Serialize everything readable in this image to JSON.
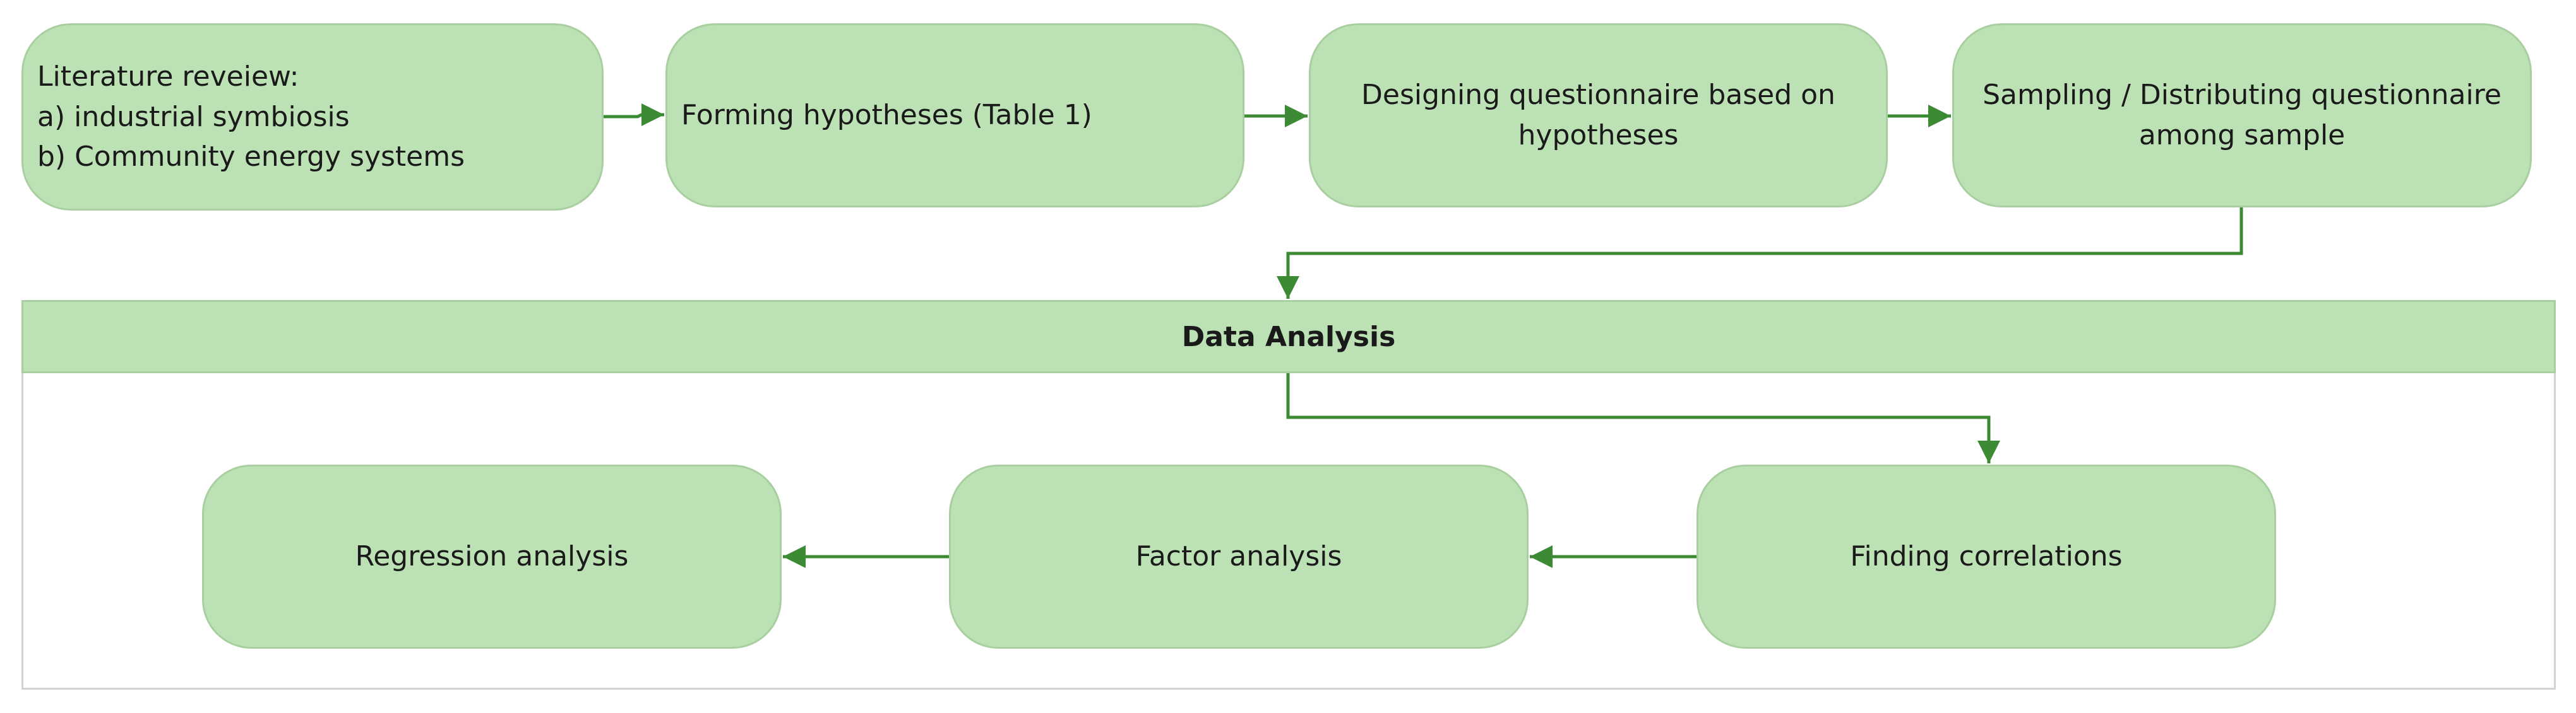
{
  "colors": {
    "box_fill": "#bce1b4",
    "box_border": "#a9cfa1",
    "arrow": "#3d8a35",
    "panel_border": "#d4d4d4"
  },
  "steps": {
    "literature": {
      "lines": [
        "Literature reveiew:",
        "a) industrial symbiosis",
        "b) Community energy systems"
      ]
    },
    "hypotheses": {
      "label": "Forming hypotheses (Table 1)"
    },
    "questionnaire": {
      "lines": [
        "Designing questionnaire based on",
        "hypotheses"
      ]
    },
    "sampling": {
      "lines": [
        "Sampling / Distributing questionnaire",
        "among sample"
      ]
    }
  },
  "data_analysis": {
    "title": "Data Analysis",
    "steps": {
      "correlations": "Finding correlations",
      "factor": "Factor analysis",
      "regression": "Regression analysis"
    }
  }
}
